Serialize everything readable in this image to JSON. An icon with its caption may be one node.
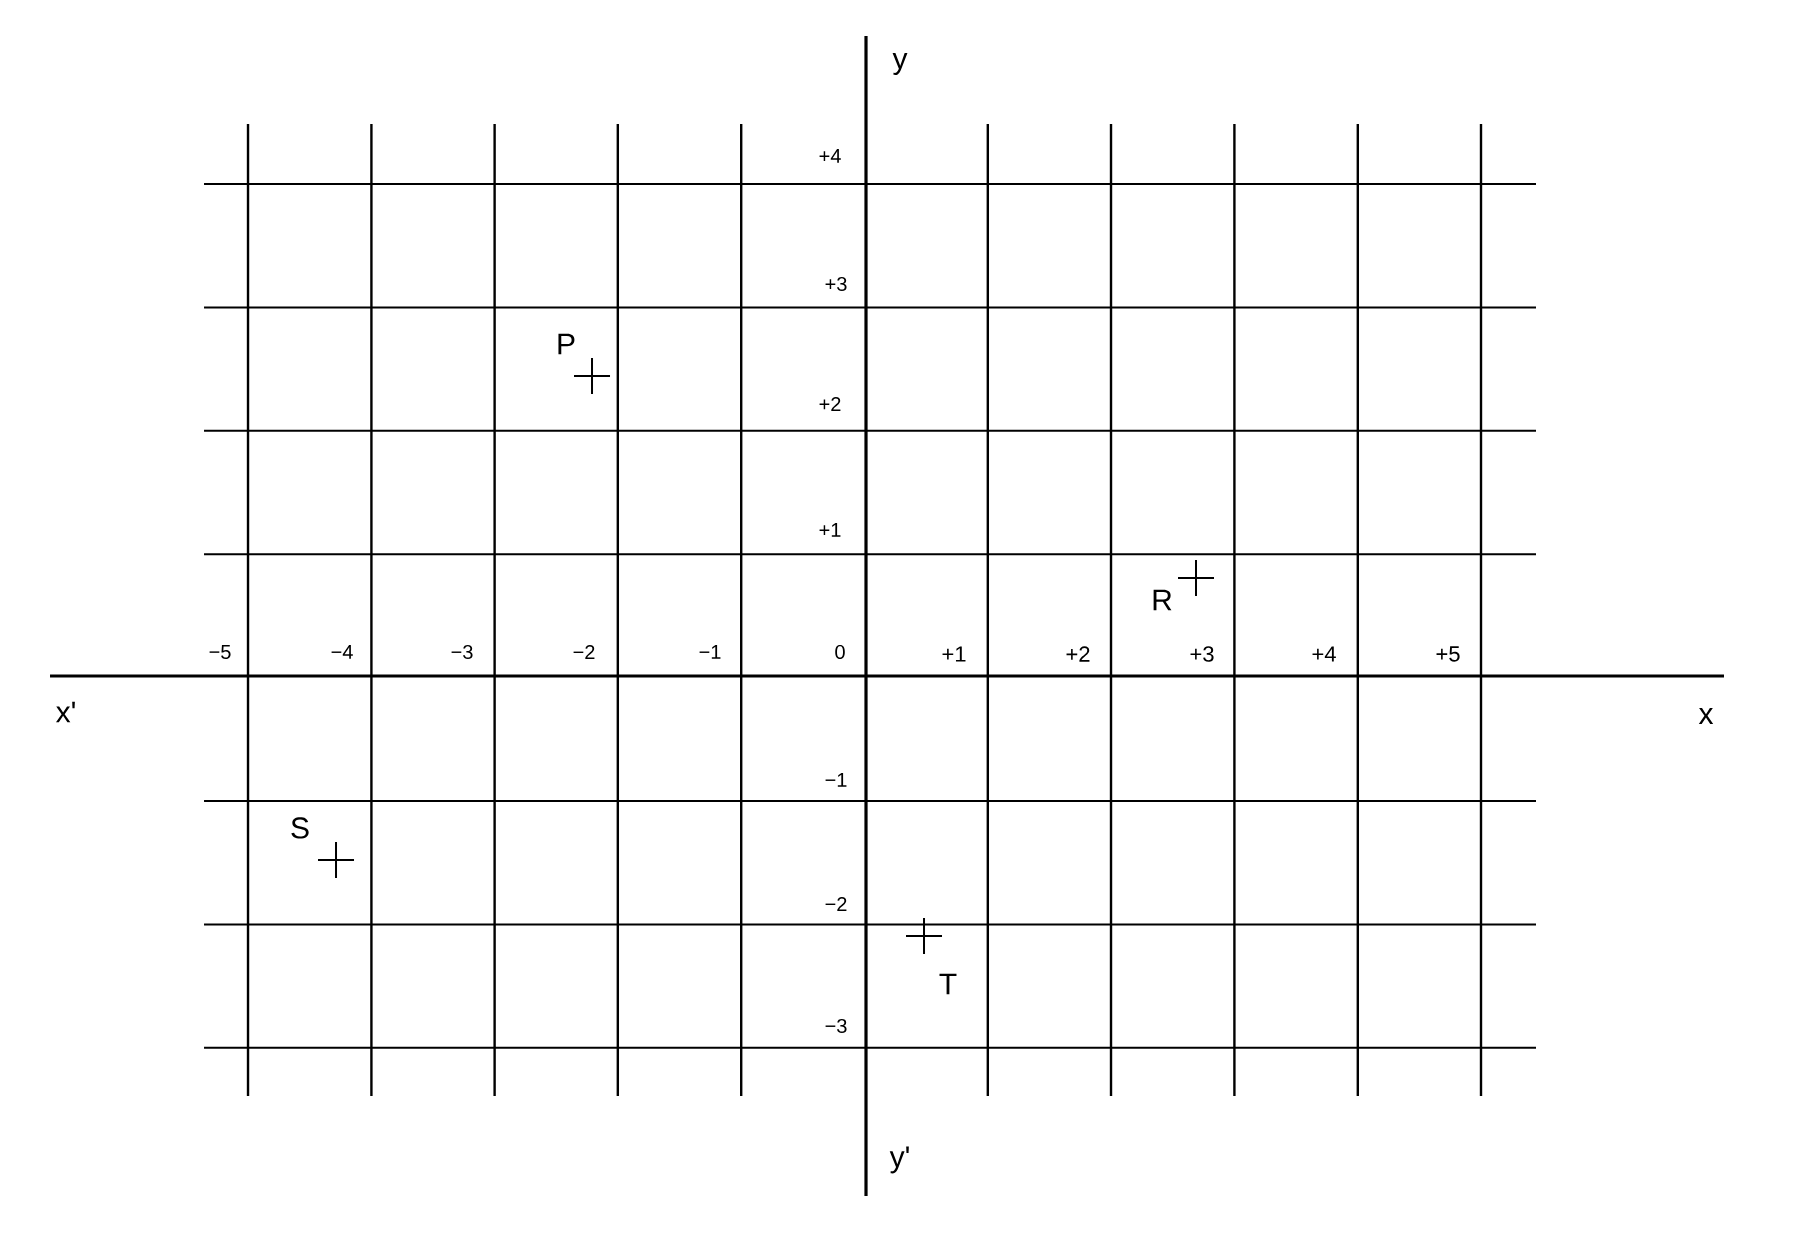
{
  "diagram": {
    "labels": [
      "y",
      "+4",
      "+3",
      "P",
      "+2",
      "+1",
      "R",
      "−5",
      "−4",
      "−3",
      "−2",
      "−1",
      "0",
      "+1",
      "+2",
      "+3",
      "+4",
      "+5",
      "x'",
      "x",
      "−1",
      "S",
      "−2",
      "T",
      "−3",
      "y'"
    ]
  }
}
